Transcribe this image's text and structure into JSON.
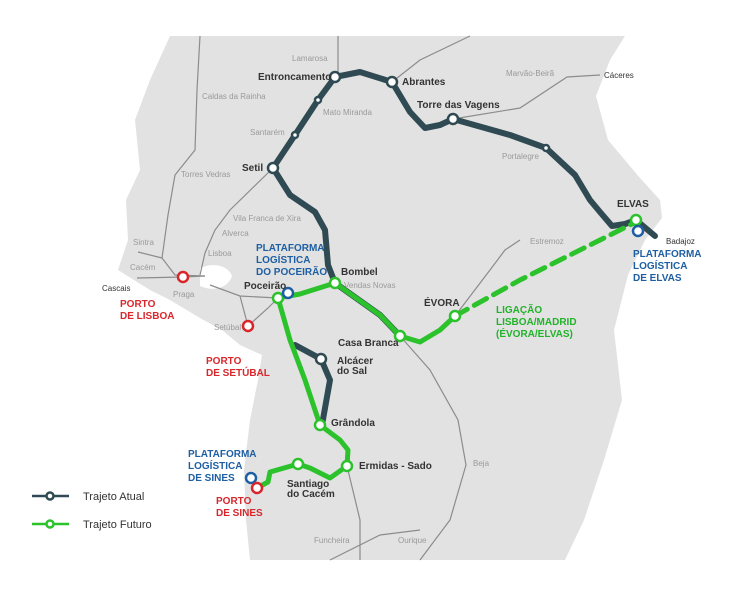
{
  "colors": {
    "current": "#2f4a52",
    "future": "#2cc22c",
    "platform": "#1e5fa3",
    "port": "#d9262b",
    "land": "#e2e2e2"
  },
  "stations": {
    "entroncamento": "Entroncamento",
    "abrantes": "Abrantes",
    "torre": "Torre das Vagens",
    "setil": "Setil",
    "bombel": "Bombel",
    "poceirao": "Poceirão",
    "evora": "ÉVORA",
    "elvas": "ELVAS",
    "casa_branca": "Casa Branca",
    "alcacer_1": "Alcácer",
    "alcacer_2": "do Sal",
    "grandola": "Grândola",
    "ermidas": "Ermidas - Sado",
    "santiago_1": "Santiago",
    "santiago_2": "do Cacém"
  },
  "minor_places": {
    "lamarosa": "Lamarosa",
    "caldas": "Caldas da Rainha",
    "mato": "Mato Miranda",
    "santarem": "Santarém",
    "torres": "Torres Vedras",
    "vila_franca": "Vila Franca de Xira",
    "alverca": "Alverca",
    "sintra": "Sintra",
    "lisboa": "Lisboa",
    "cacem": "Cacém",
    "cascais": "Cascais",
    "praga": "Praga",
    "setubal": "Setúbal",
    "vendas": "Vendas Novas",
    "portalegre": "Portalegre",
    "marvao": "Marvão-Beirã",
    "caceres": "Cáceres",
    "badajoz": "Badajoz",
    "estremoz": "Estremoz",
    "beja": "Beja",
    "funcheira": "Funcheira",
    "ourique": "Ourique"
  },
  "platforms": {
    "poceirao": [
      "PLATAFORMA",
      "LOGÍSTICA",
      "DO POCEIRÃO"
    ],
    "elvas": [
      "PLATAFORMA",
      "LOGÍSTICA",
      "DE ELVAS"
    ],
    "sines": [
      "PLATAFORMA",
      "LOGÍSTICA",
      "DE SINES"
    ]
  },
  "ports": {
    "lisboa": [
      "PORTO",
      "DE LISBOA"
    ],
    "setubal": [
      "PORTO",
      "DE SETÚBAL"
    ],
    "sines": [
      "PORTO",
      "DE SINES"
    ]
  },
  "link_label": [
    "LIGAÇÃO",
    "LISBOA/MADRID",
    "(ÉVORA/ELVAS)"
  ],
  "legend": {
    "current": "Trajeto Atual",
    "future": "Trajeto Futuro"
  }
}
